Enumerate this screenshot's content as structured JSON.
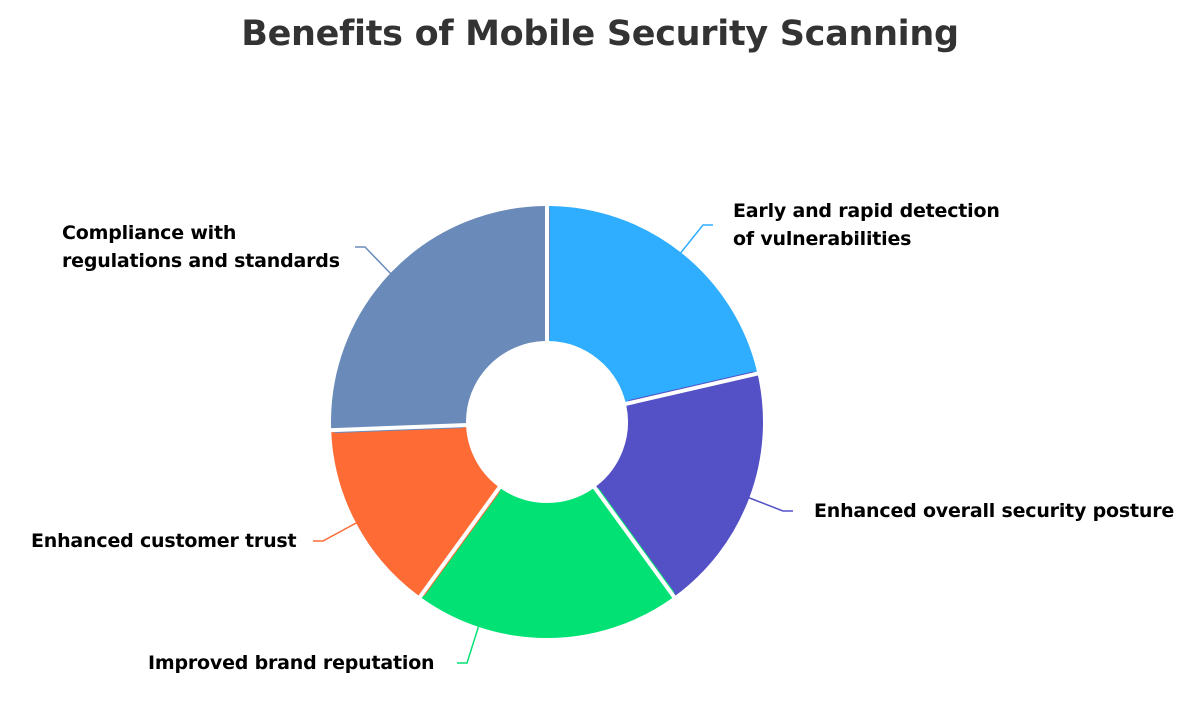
{
  "title": "Benefits of Mobile Security Scanning",
  "chart_data": {
    "type": "pie",
    "variant": "donut",
    "title": "Benefits of Mobile Security Scanning",
    "categories": [
      "Early and rapid detection of vulnerabilities",
      "Enhanced overall security posture",
      "Improved brand reputation",
      "Enhanced customer trust",
      "Compliance with regulations and standards"
    ],
    "values": [
      21.4,
      18.6,
      20.0,
      14.4,
      25.6
    ],
    "colors": [
      "#2FAEFF",
      "#5351C5",
      "#02E274",
      "#FF6B35",
      "#6A8BBA"
    ],
    "start_angle_deg": 0,
    "direction": "clockwise",
    "legend": "none (outside labels with leader lines)",
    "data_labels": false
  },
  "labels": {
    "early": {
      "line1": "Early and rapid detection",
      "line2": "of vulnerabilities",
      "color": "#2FAEFF"
    },
    "posture": {
      "line1": "Enhanced overall security posture",
      "color": "#5351C5"
    },
    "brand": {
      "line1": "Improved brand reputation",
      "color": "#02E274"
    },
    "trust": {
      "line1": "Enhanced customer trust",
      "color": "#FF6B35"
    },
    "compliance": {
      "line1": "Compliance with",
      "line2": "regulations and standards",
      "color": "#6A8BBA"
    }
  }
}
